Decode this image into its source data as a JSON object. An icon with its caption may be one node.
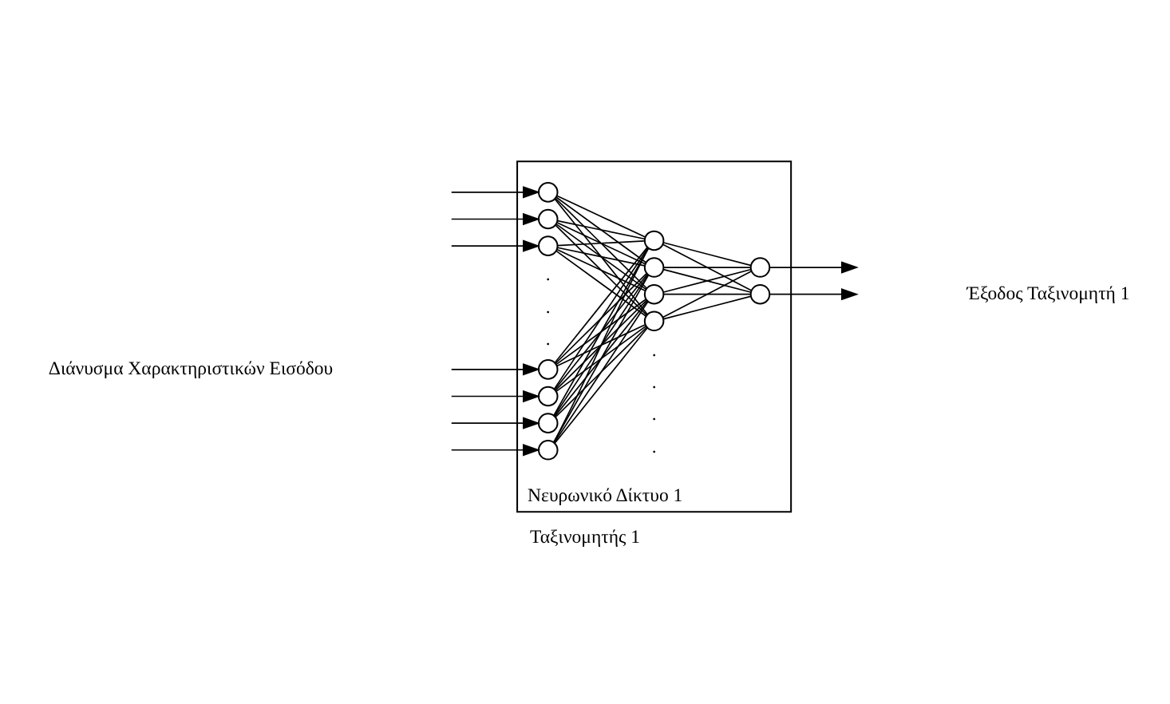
{
  "diagram": {
    "caption": "Ταξινομητής 1",
    "nodes": [
      {
        "text": [
          "Νευρωνικό Δίκτυο 1"
        ]
      },
      {
        "text": [],
        "shape": "circle",
        "in": 0
      },
      {
        "text": [],
        "shape": "circle",
        "in": 0
      },
      {
        "text": [],
        "shape": "circle",
        "in": 0
      },
      {
        "text": [],
        "shape": "circle",
        "in": 0
      },
      {
        "text": [],
        "shape": "circle",
        "in": 0
      },
      {
        "text": [],
        "shape": "circle",
        "in": 0
      },
      {
        "text": [],
        "shape": "circle",
        "in": 0
      },
      {
        "text": [],
        "shape": "circle",
        "in": 0
      },
      {
        "text": [],
        "shape": "circle",
        "in": 0
      },
      {
        "text": [],
        "shape": "circle",
        "in": 0
      },
      {
        "text": [],
        "shape": "circle",
        "in": 0
      },
      {
        "text": [],
        "shape": "circle",
        "in": 0
      },
      {
        "text": [],
        "shape": "circle",
        "in": 0
      }
    ],
    "edges": [
      {
        "from": null,
        "to": 1,
        "arrow": "to"
      },
      {
        "from": null,
        "to": 2,
        "arrow": "to"
      },
      {
        "from": null,
        "to": 3,
        "arrow": "to"
      },
      {
        "from": null,
        "to": 4,
        "arrow": "to"
      },
      {
        "from": null,
        "to": 5,
        "arrow": "to"
      },
      {
        "from": null,
        "to": 6,
        "arrow": "to"
      },
      {
        "from": null,
        "to": 7,
        "arrow": "to"
      },
      {
        "from": 1,
        "to": 8,
        "arrow": "none"
      },
      {
        "from": 1,
        "to": 9,
        "arrow": "none"
      },
      {
        "from": 1,
        "to": 10,
        "arrow": "none"
      },
      {
        "from": 1,
        "to": 11,
        "arrow": "none"
      },
      {
        "from": 2,
        "to": 8,
        "arrow": "none"
      },
      {
        "from": 2,
        "to": 9,
        "arrow": "none"
      },
      {
        "from": 2,
        "to": 10,
        "arrow": "none"
      },
      {
        "from": 2,
        "to": 11,
        "arrow": "none"
      },
      {
        "from": 3,
        "to": 8,
        "arrow": "none"
      },
      {
        "from": 3,
        "to": 9,
        "arrow": "none"
      },
      {
        "from": 3,
        "to": 10,
        "arrow": "none"
      },
      {
        "from": 3,
        "to": 11,
        "arrow": "none"
      },
      {
        "from": 4,
        "to": 8,
        "arrow": "none"
      },
      {
        "from": 4,
        "to": 9,
        "arrow": "none"
      },
      {
        "from": 4,
        "to": 10,
        "arrow": "none"
      },
      {
        "from": 4,
        "to": 11,
        "arrow": "none"
      },
      {
        "from": 5,
        "to": 8,
        "arrow": "none"
      },
      {
        "from": 5,
        "to": 9,
        "arrow": "none"
      },
      {
        "from": 5,
        "to": 10,
        "arrow": "none"
      },
      {
        "from": 5,
        "to": 11,
        "arrow": "none"
      },
      {
        "from": 6,
        "to": 8,
        "arrow": "none"
      },
      {
        "from": 6,
        "to": 9,
        "arrow": "none"
      },
      {
        "from": 6,
        "to": 10,
        "arrow": "none"
      },
      {
        "from": 6,
        "to": 11,
        "arrow": "none"
      },
      {
        "from": 7,
        "to": 8,
        "arrow": "none"
      },
      {
        "from": 7,
        "to": 9,
        "arrow": "none"
      },
      {
        "from": 7,
        "to": 10,
        "arrow": "none"
      },
      {
        "from": 7,
        "to": 11,
        "arrow": "none"
      },
      {
        "from": 8,
        "to": 12,
        "arrow": "none"
      },
      {
        "from": 8,
        "to": 13,
        "arrow": "none"
      },
      {
        "from": 9,
        "to": 12,
        "arrow": "none"
      },
      {
        "from": 9,
        "to": 13,
        "arrow": "none"
      },
      {
        "from": 10,
        "to": 12,
        "arrow": "none"
      },
      {
        "from": 10,
        "to": 13,
        "arrow": "none"
      },
      {
        "from": 11,
        "to": 12,
        "arrow": "none"
      },
      {
        "from": 11,
        "to": 13,
        "arrow": "none"
      },
      {
        "from": 12,
        "to": null,
        "arrow": "to"
      },
      {
        "from": 13,
        "to": null,
        "arrow": "to"
      }
    ],
    "labels": [
      "Διάνυσμα Χαρακτηριστικών Εισόδου",
      ".",
      ".",
      ".",
      ".",
      ".",
      ".",
      ".",
      "Έξοδος Ταξινομητή 1"
    ]
  }
}
